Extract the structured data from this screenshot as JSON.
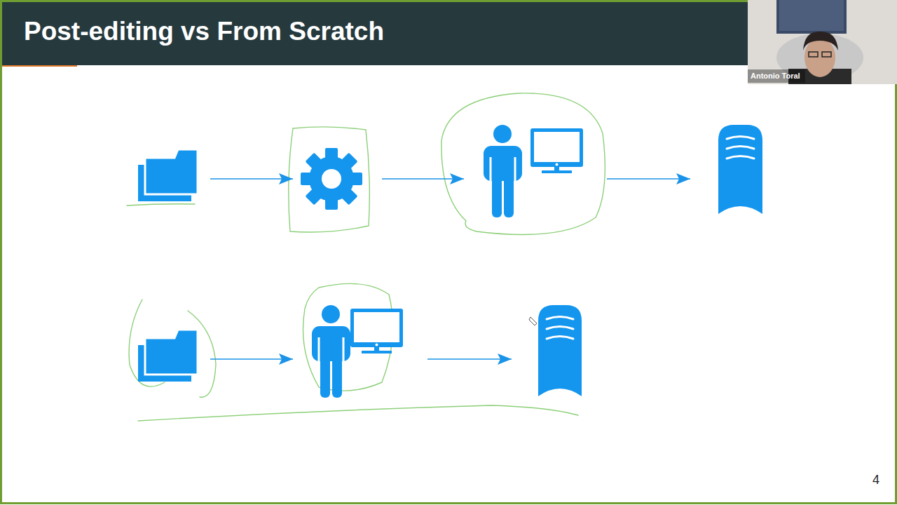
{
  "diagram": {
    "title": "Post-editing vs From Scratch",
    "nodes": [
      {
        "text": []
      },
      {
        "text": []
      },
      {
        "text": []
      },
      {
        "text": []
      },
      {
        "text": []
      },
      {
        "text": []
      },
      {
        "text": []
      }
    ],
    "edges": [
      {
        "from": 0,
        "to": 1,
        "arrow": "to"
      },
      {
        "from": 1,
        "to": 2,
        "arrow": "to"
      },
      {
        "from": 2,
        "to": 3,
        "arrow": "to"
      },
      {
        "from": 4,
        "to": 5,
        "arrow": "to"
      },
      {
        "from": 5,
        "to": 6,
        "arrow": "to"
      }
    ],
    "labels": [
      "Antonio Toral",
      "4"
    ]
  }
}
